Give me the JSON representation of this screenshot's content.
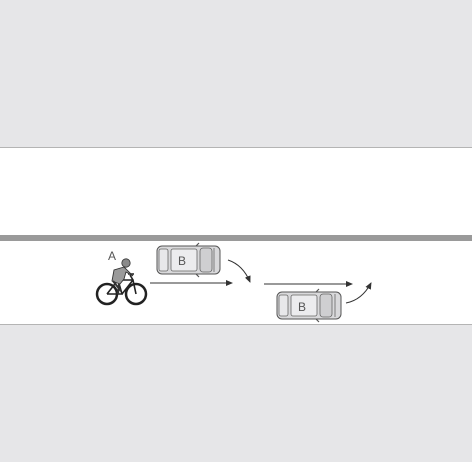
{
  "figure": {
    "cyclist_label": "A",
    "car_label_first": "B",
    "car_label_second": "B"
  },
  "colors": {
    "sidewalk": "#e6e6e8",
    "road": "#ffffff",
    "curb_line": "#b4b4b4",
    "median_bar": "#9a9a9a",
    "car_body": "#d9d9db",
    "car_outline": "#555555",
    "arrow": "#333333",
    "label": "#555555"
  }
}
